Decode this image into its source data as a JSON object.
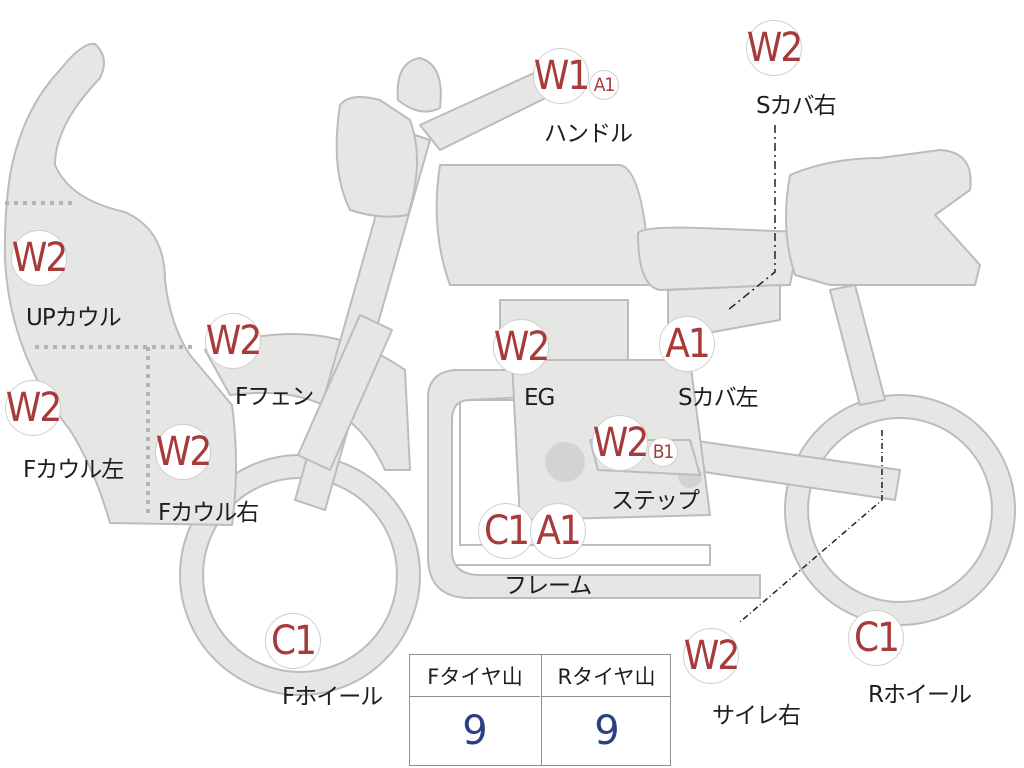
{
  "parts": {
    "handle": {
      "code": "W1",
      "sub": "A1",
      "label": "ハンドル"
    },
    "side_cover_r": {
      "code": "W2",
      "label": "Sカバ右"
    },
    "up_cowl": {
      "code": "W2",
      "label": "UPカウル"
    },
    "f_fender": {
      "code": "W2",
      "label": "Fフェン"
    },
    "engine": {
      "code": "W2",
      "label": "EG"
    },
    "side_cover_l": {
      "code": "A1",
      "label": "Sカバ左"
    },
    "f_cowl_left": {
      "code": "W2",
      "label": "Fカウル左"
    },
    "f_cowl_right": {
      "code": "W2",
      "label": "Fカウル右"
    },
    "step": {
      "code": "W2",
      "sub": "B1",
      "label": "ステップ"
    },
    "frame": {
      "code": "C1",
      "code2": "A1",
      "label": "フレーム"
    },
    "f_wheel": {
      "code": "C1",
      "label": "Fホイール"
    },
    "muffler_right": {
      "code": "W2",
      "label": "サイレ右"
    },
    "r_wheel": {
      "code": "C1",
      "label": "Rホイール"
    }
  },
  "tread": {
    "front_header": "Fタイヤ山",
    "rear_header": "Rタイヤ山",
    "front_value": "9",
    "rear_value": "9"
  },
  "colors": {
    "body_fill": "#e6e6e5",
    "outline": "#bcbcbc",
    "code_text": "#a73a3a",
    "value_text": "#2c3f86"
  }
}
